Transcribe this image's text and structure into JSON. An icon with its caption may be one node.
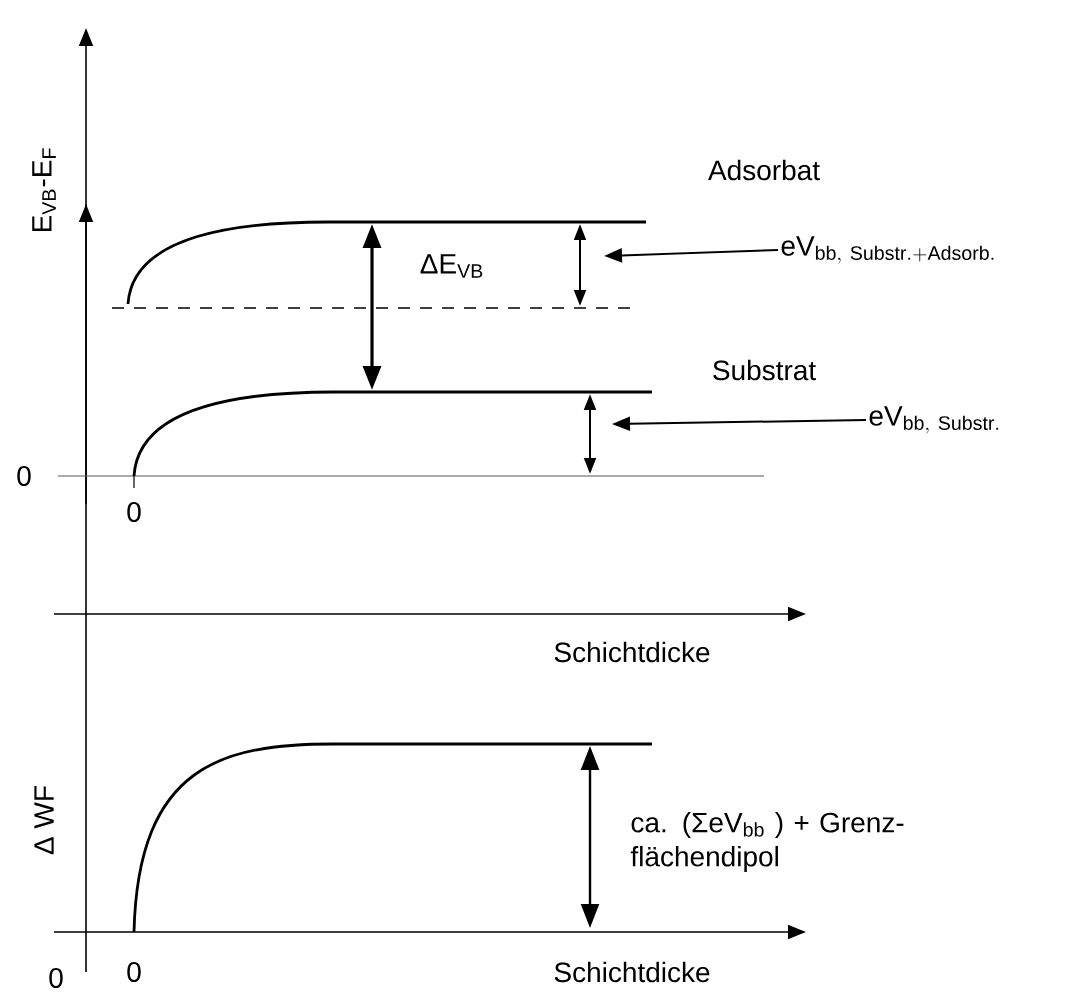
{
  "diagram": {
    "nodes": [
      {
        "text": [
          "\\mathrm{eV}_{\\mathrm{bb,\\ Substr.+Adsorb.}}"
        ]
      },
      {
        "text": [
          "\\mathrm{eV}_{\\mathrm{bb,\\ Substr.}}"
        ]
      }
    ],
    "edges": [
      {
        "from": 0,
        "to": null,
        "arrow": "to"
      },
      {
        "from": 1,
        "to": null,
        "arrow": "to"
      }
    ],
    "labels": [
      "E$_{VB}$-E$_{F}$",
      "Adsorbat",
      "ΔE$_{VB}$",
      "Substrat",
      "0",
      "0",
      "Schichtdicke",
      "Δ WF",
      "ca. (ΣeV$_{bb}$ ) + Grenz-flächendipol",
      "0",
      "0",
      "Schichtdicke"
    ]
  }
}
